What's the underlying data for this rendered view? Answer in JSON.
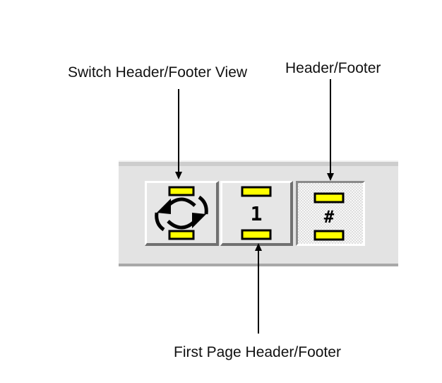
{
  "callouts": {
    "switch_view": "Switch Header/Footer View",
    "header_footer": "Header/Footer",
    "first_page": "First Page Header/Footer"
  },
  "toolbar": {
    "buttons": [
      {
        "id": "switch-view",
        "icon": "switch-view-icon",
        "state": "raised"
      },
      {
        "id": "first-page",
        "icon": "first-page-icon",
        "glyph": "1",
        "state": "raised"
      },
      {
        "id": "header-footer",
        "icon": "header-footer-icon",
        "glyph": "#",
        "state": "pressed"
      }
    ]
  },
  "colors": {
    "highlight": "#ffff00",
    "toolbar_bg": "#e3e3e3",
    "arrow": "#000000"
  }
}
